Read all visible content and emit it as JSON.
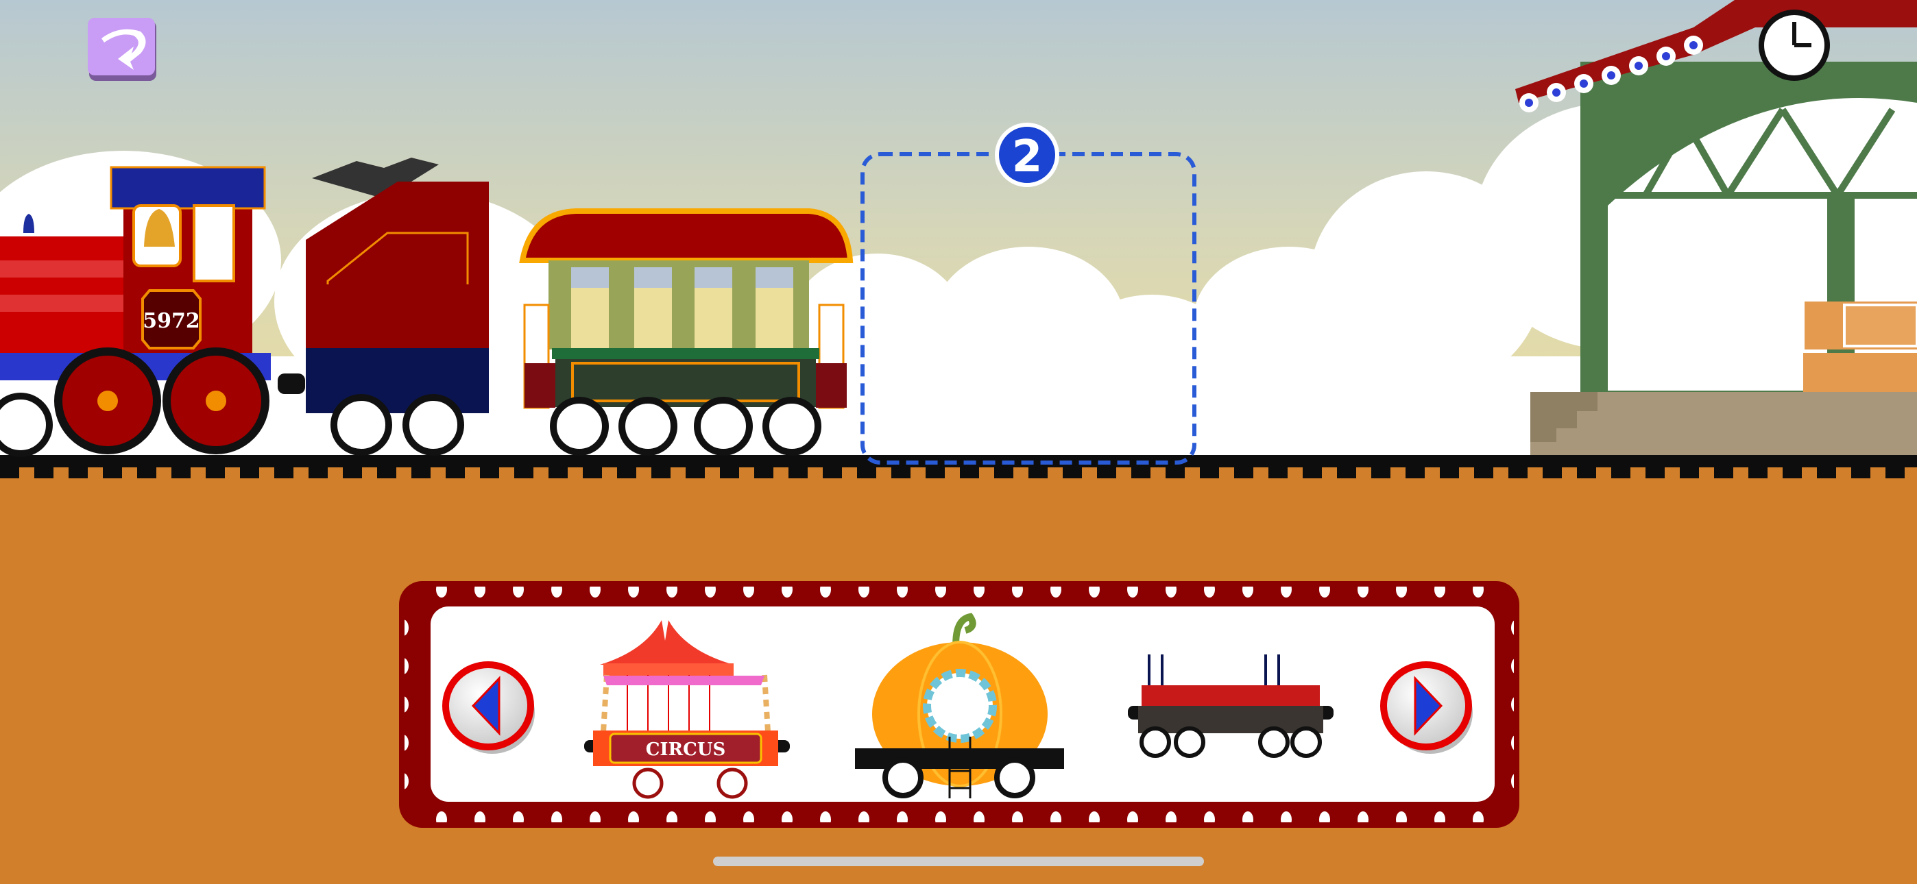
{
  "locomotive": {
    "number": "5972"
  },
  "slot": {
    "badge": "2"
  },
  "picker": {
    "items": [
      {
        "name": "circus-car",
        "label": "CIRCUS"
      },
      {
        "name": "pumpkin-car",
        "label": ""
      },
      {
        "name": "flat-car",
        "label": ""
      }
    ]
  },
  "colors": {
    "ground": "#d17f2a",
    "panel": "#8b0000",
    "slot_border": "#2a5bd7",
    "back_button": "#c99cf5"
  },
  "icons": {
    "back": "back-arrow-icon",
    "prev": "left-arrow-icon",
    "next": "right-arrow-icon",
    "clock": "clock-icon"
  }
}
